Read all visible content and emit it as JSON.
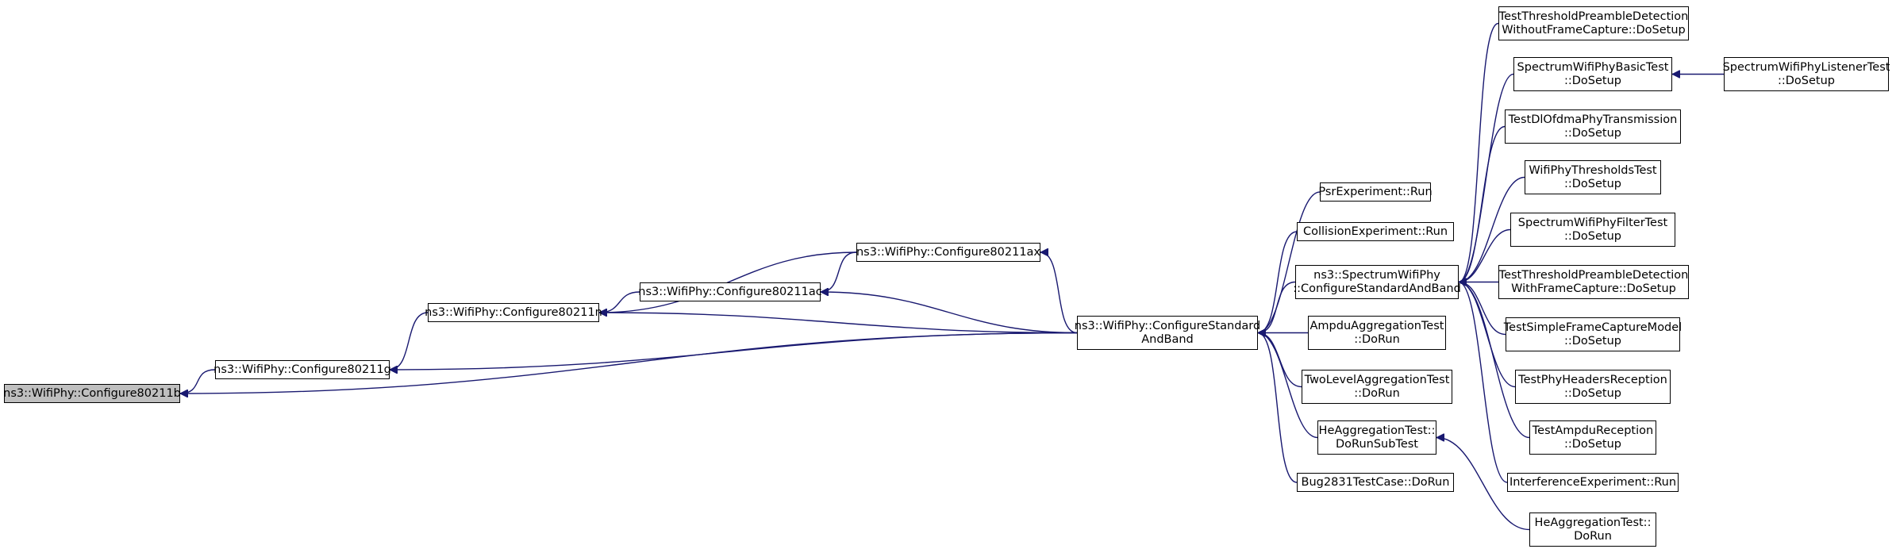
{
  "colors": {
    "edge": "#191970",
    "border": "#000000",
    "root_fill": "#bfbfbf",
    "node_fill": "#ffffff"
  },
  "nodes": [
    {
      "id": "n0",
      "lines": [
        "ns3::WifiPhy::Configure80211b"
      ],
      "root": true
    },
    {
      "id": "n1",
      "lines": [
        "ns3::WifiPhy::Configure80211g"
      ]
    },
    {
      "id": "n2",
      "lines": [
        "ns3::WifiPhy::Configure80211n"
      ]
    },
    {
      "id": "n3",
      "lines": [
        "ns3::WifiPhy::Configure80211ac"
      ]
    },
    {
      "id": "n4",
      "lines": [
        "ns3::WifiPhy::Configure80211ax"
      ]
    },
    {
      "id": "n5",
      "lines": [
        "ns3::WifiPhy::ConfigureStandard",
        "AndBand"
      ]
    },
    {
      "id": "n6",
      "lines": [
        "PsrExperiment::Run"
      ]
    },
    {
      "id": "n7",
      "lines": [
        "CollisionExperiment::Run"
      ]
    },
    {
      "id": "n8",
      "lines": [
        "ns3::SpectrumWifiPhy",
        "::ConfigureStandardAndBand"
      ]
    },
    {
      "id": "n9",
      "lines": [
        "AmpduAggregationTest",
        "::DoRun"
      ]
    },
    {
      "id": "n10",
      "lines": [
        "TwoLevelAggregationTest",
        "::DoRun"
      ]
    },
    {
      "id": "n11",
      "lines": [
        "HeAggregationTest::",
        "DoRunSubTest"
      ]
    },
    {
      "id": "n12",
      "lines": [
        "Bug2831TestCase::DoRun"
      ]
    },
    {
      "id": "n13",
      "lines": [
        "TestThresholdPreambleDetection",
        "WithoutFrameCapture::DoSetup"
      ]
    },
    {
      "id": "n14",
      "lines": [
        "SpectrumWifiPhyBasicTest",
        "::DoSetup"
      ]
    },
    {
      "id": "n15",
      "lines": [
        "TestDlOfdmaPhyTransmission",
        "::DoSetup"
      ]
    },
    {
      "id": "n16",
      "lines": [
        "WifiPhyThresholdsTest",
        "::DoSetup"
      ]
    },
    {
      "id": "n17",
      "lines": [
        "SpectrumWifiPhyFilterTest",
        "::DoSetup"
      ]
    },
    {
      "id": "n18",
      "lines": [
        "TestThresholdPreambleDetection",
        "WithFrameCapture::DoSetup"
      ]
    },
    {
      "id": "n19",
      "lines": [
        "TestSimpleFrameCaptureModel",
        "::DoSetup"
      ]
    },
    {
      "id": "n20",
      "lines": [
        "TestPhyHeadersReception",
        "::DoSetup"
      ]
    },
    {
      "id": "n21",
      "lines": [
        "TestAmpduReception",
        "::DoSetup"
      ]
    },
    {
      "id": "n22",
      "lines": [
        "InterferenceExperiment::Run"
      ]
    },
    {
      "id": "n23",
      "lines": [
        "HeAggregationTest::",
        "DoRun"
      ]
    },
    {
      "id": "n24",
      "lines": [
        "SpectrumWifiPhyListenerTest",
        "::DoSetup"
      ]
    }
  ],
  "edges": [
    {
      "from": "n1",
      "to": "n0"
    },
    {
      "from": "n5",
      "to": "n0"
    },
    {
      "from": "n2",
      "to": "n1"
    },
    {
      "from": "n5",
      "to": "n1"
    },
    {
      "from": "n3",
      "to": "n2"
    },
    {
      "from": "n4",
      "to": "n2"
    },
    {
      "from": "n5",
      "to": "n2"
    },
    {
      "from": "n4",
      "to": "n3"
    },
    {
      "from": "n5",
      "to": "n3"
    },
    {
      "from": "n5",
      "to": "n4"
    },
    {
      "from": "n6",
      "to": "n5"
    },
    {
      "from": "n7",
      "to": "n5"
    },
    {
      "from": "n8",
      "to": "n5"
    },
    {
      "from": "n9",
      "to": "n5"
    },
    {
      "from": "n10",
      "to": "n5"
    },
    {
      "from": "n11",
      "to": "n5"
    },
    {
      "from": "n12",
      "to": "n5"
    },
    {
      "from": "n13",
      "to": "n8"
    },
    {
      "from": "n14",
      "to": "n8"
    },
    {
      "from": "n15",
      "to": "n8"
    },
    {
      "from": "n16",
      "to": "n8"
    },
    {
      "from": "n17",
      "to": "n8"
    },
    {
      "from": "n18",
      "to": "n8"
    },
    {
      "from": "n19",
      "to": "n8"
    },
    {
      "from": "n20",
      "to": "n8"
    },
    {
      "from": "n21",
      "to": "n8"
    },
    {
      "from": "n22",
      "to": "n8"
    },
    {
      "from": "n24",
      "to": "n14"
    },
    {
      "from": "n23",
      "to": "n11"
    }
  ]
}
